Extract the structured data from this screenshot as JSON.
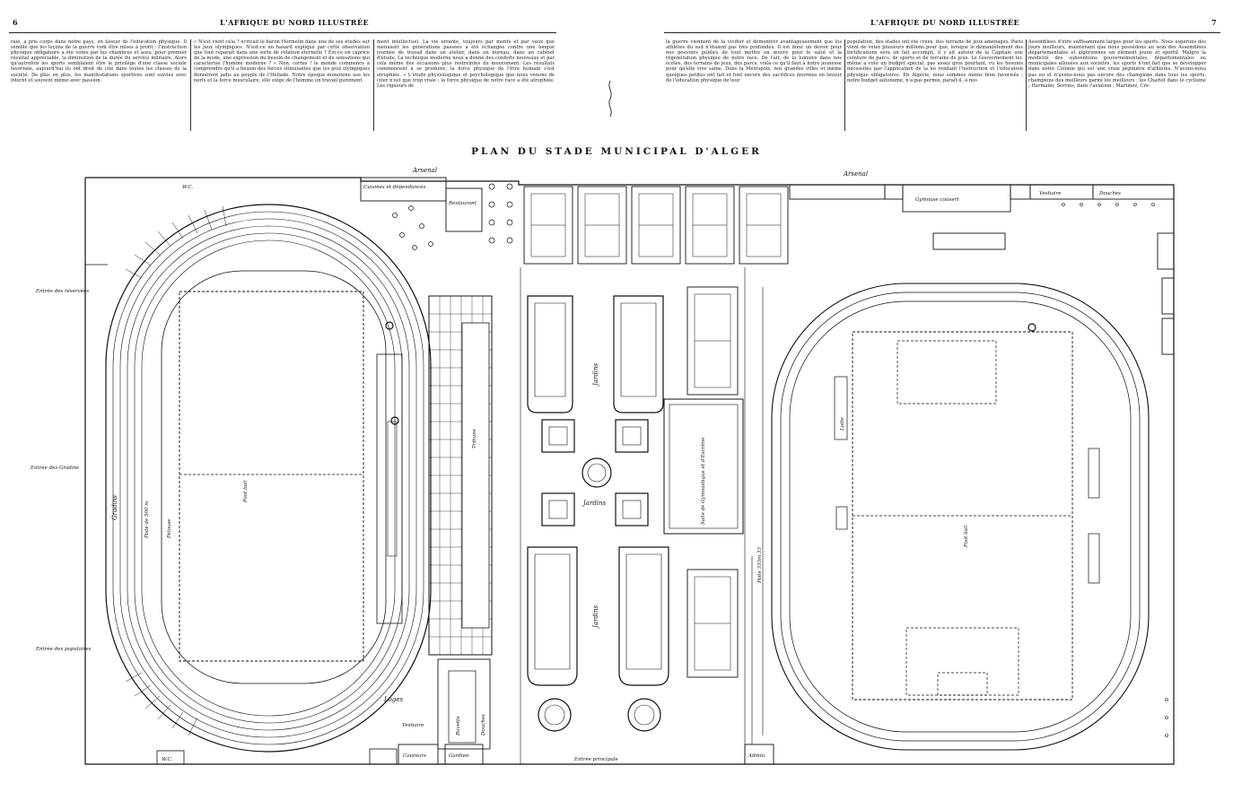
{
  "left_page": {
    "page_number": "6",
    "running_head": "L'AFRIQUE DU NORD ILLUSTRÉE",
    "columns": [
      "raie, a pris corps dans notre pays, en faveur de l'éducation physique. Il semble que les leçons de la guerre vont être mises à profit : l'instruction physique obligatoire a été votée par les chambres et aura, pour premier résultat appréciable, la diminution de la durée du service militaire. Alors qu'autrefois les sports semblaient être le privilège d'une classe sociale favorisée, aujourd'hui ils ont droit de cité dans toutes les classes de la société. De plus en plus, les manifestations sportives sont suivies avec intérêt et souvent même avec passion.",
      "« N'est vient cela ? écrivait le baron Hermelin dans une de ses études sur les jeux olympiques. N'est-ce un hasard expliqué par cette observation que tout reparaît dans une sorte de rotation éternelle ? Est-ce un caprice de la mode, une expression du besoin de changement et de sensations qui caractérise l'homme moderne ? « Non, certes ! le monde commence à comprendre qu'il a besoin des forces stimulantes que les jeux olympiques donnèrent jadis au peuple de l'Hellade. Notre époque monotone use les nerfs et la force musculaire, elle exige de l'homme un travail purement",
      "ment intellectuel. La vie errante, toujours par monts et par vaux que menaient les générations passées a été échangée contre une longue journée de travail dans un atelier, dans un bureau, dans un cabinet d'étude. La technique moderne nous a donné des conforts nouveaux et par cela même des occasions plus restreintes du mouvement. Les résultats commencent à se produire, la force physique de l'être humain s'est atrophiée. » L'étude physiologique et psychologique que nous venons de citer n'est que trop vraie ; la force physique de notre race a été atrophiée. Les rigueurs de"
    ]
  },
  "right_page": {
    "page_number": "7",
    "running_head": "L'AFRIQUE DU NORD ILLUSTRÉE",
    "columns": [
      "la guerre viennent de la vivifier et démontrer avantageusement que les athlètes du sud n'étaient pas très profondes. Il est donc un devoir pour nos pouvoirs publics de tout mettre en œuvre pour le salut et la régénération physique de notre race. De l'air, de la lumière dans nos écoles, des terrains de jeux, des parcs, voilà ce qu'il faut à notre jeunesse pour qu'elle vive saine. Dans la Métropole, nos grandes villes et même quelques petites ont fait et font encore des sacrifices énormes en faveur de l'éducation physique de leur",
      "population, des stades ont été créés, des terrains de jeux aménagés. Paris vient de voter plusieurs millions pour que, lorsque le démantèlement des fortifications sera un fait accompli, il y ait autour de la Capitale une ceinture de parcs, de sports et de terrains de jeux. Le Gouvernement lui-même a voté un budget spécial, pas assez gros pourtant, vu les besoins nécessités par l'application de la loi rendant l'instruction et l'éducation physique obligatoires. En Algérie, nous sommes moins bien favorisés ; notre budget autonome, n'a pas permis, paraît-il, à nos",
      "Assemblées d'être suffisamment larges pour les sports. Nous espérons des jours meilleurs, maintenant que nous possédons au sein des Assemblées départementales et algériennes un élément jeune et sportif. Malgré la modicité des subventions gouvernementales, départementales ou municipales allouées aux sociétés, les sports n'ont fait que se développer dans notre Colonie qui est une vraie pépinière d'athlètes. N'avons-nous pas eu et n'avons-nous pas encore des champions dans tous les sports, champions des meilleurs parmi les meilleurs : les Charlot dans le cyclisme ; Hermann, Servies, dans l'aviation ; Martinez, Cre-"
    ]
  },
  "plan": {
    "title": "PLAN DU STADE MUNICIPAL D'ALGER",
    "labels": {
      "arsenal_left": "Arsenal",
      "arsenal_right": "Arsenal",
      "wc_top": "W.C.",
      "cuisines": "Cuisines et dépendances",
      "restaurant": "Restaurant",
      "entree_reservees": "Entrée des réservées",
      "entree_gradins": "Entrée des Gradins",
      "entree_populaires": "Entrée des populaires",
      "gradins": "Gradins",
      "piste_500": "Piste de 500 m",
      "foot_ball_left": "Foot ball",
      "pelouse": "Pelouse",
      "tribune": "Tribune",
      "jardins_1": "Jardins",
      "jardins_2": "Jardins",
      "jardins_3": "Jardins",
      "loges": "Loges",
      "vestiaire_small": "Vestiaire",
      "buvette": "Buvette",
      "douches": "Douches",
      "entree_principale": "Entrée principale",
      "coureurs": "Coureurs",
      "gardien": "Gardien",
      "admin": "Admin.",
      "tennis_box": "Salle de Gymnastique et d'Escrime",
      "piste_right": "Piste 333m 33",
      "gymnase": "Gymnase couvert",
      "vestiaire_right": "Vestiaire",
      "douches_right": "Douches",
      "lutte": "Lutte",
      "foot_ball_right": "Foot ball",
      "wc_bottom": "W.C."
    }
  }
}
